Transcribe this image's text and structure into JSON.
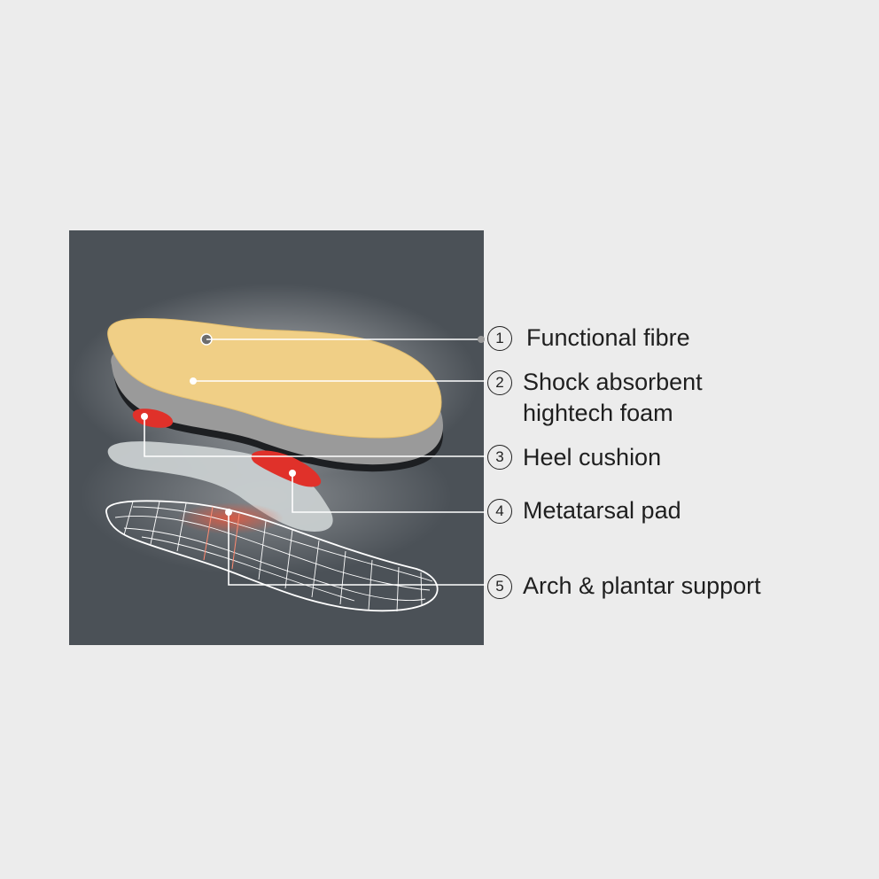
{
  "colors": {
    "background": "#ececec",
    "panel": "#4b5157",
    "fibre_layer": "#f0cf86",
    "foam_layer": "#9a9a9a",
    "heel_cushion": "#c9cfd0",
    "pad_red": "#e0312a",
    "wireframe": "#ffffff",
    "leader_line": "#ffffff"
  },
  "layers": [
    {
      "number": "1",
      "label": "Functional fibre",
      "icon": "fibre-layer-icon"
    },
    {
      "number": "2",
      "label": "Shock absorbent",
      "label_line2": "hightech foam",
      "icon": "foam-layer-icon"
    },
    {
      "number": "3",
      "label": "Heel cushion",
      "icon": "heel-cushion-icon"
    },
    {
      "number": "4",
      "label": "Metatarsal pad",
      "icon": "metatarsal-pad-icon"
    },
    {
      "number": "5",
      "label": "Arch & plantar support",
      "icon": "arch-support-wireframe-icon"
    }
  ]
}
